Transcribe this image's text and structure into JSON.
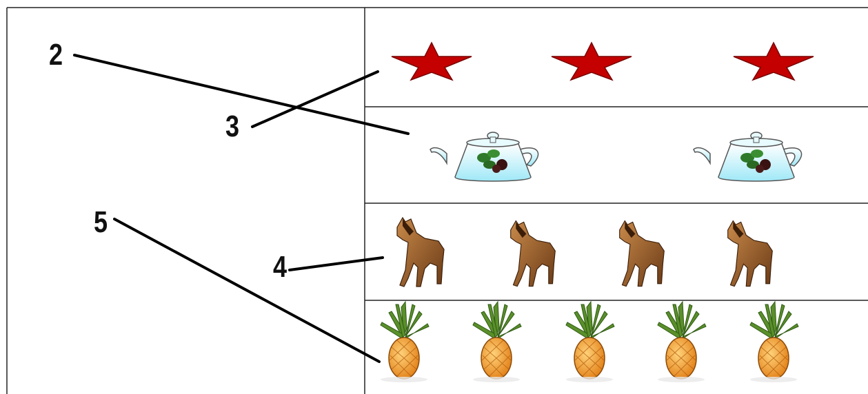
{
  "numbers": {
    "n2": "2",
    "n3": "3",
    "n4": "4",
    "n5": "5"
  },
  "rows": [
    {
      "item": "star-icon",
      "count": 3
    },
    {
      "item": "teapot-icon",
      "count": 2
    },
    {
      "item": "horse-icon",
      "count": 4
    },
    {
      "item": "pineapple-icon",
      "count": 5
    }
  ],
  "matches": [
    {
      "number": "2",
      "row": "teapot-icon"
    },
    {
      "number": "3",
      "row": "star-icon"
    },
    {
      "number": "4",
      "row": "horse-icon"
    },
    {
      "number": "5",
      "row": "pineapple-icon"
    }
  ],
  "colors": {
    "star": "#c40000",
    "teapot": "#bdeefa",
    "horse": "#a0602a",
    "pineapple": "#f0a13a",
    "leaves": "#5a8f2a"
  }
}
